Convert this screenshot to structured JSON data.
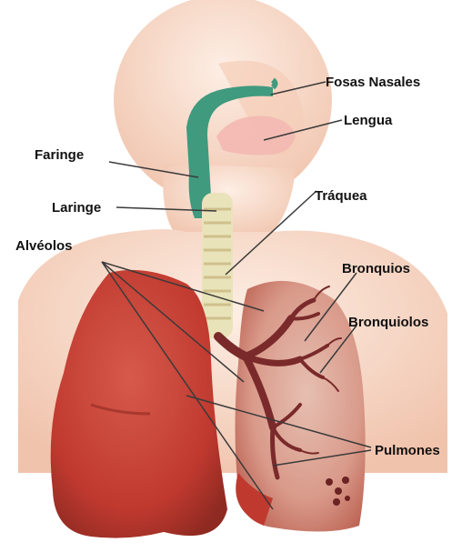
{
  "diagram": {
    "labels": {
      "fosas_nasales": "Fosas Nasales",
      "lengua": "Lengua",
      "faringe": "Faringe",
      "traquea": "Tráquea",
      "laringe": "Laringe",
      "alveolos": "Alvéolos",
      "bronquios": "Bronquios",
      "bronquiolos": "Bronquiolos",
      "pulmones": "Pulmones"
    }
  },
  "colors": {
    "skin": "#f2c9b4",
    "skin_light": "#fbe4d6",
    "nasal_cavity": "#3f9a7e",
    "lung": "#c5433a",
    "lung_dark": "#8e2a24",
    "lung_inner": "#d9a89a",
    "bronchi": "#7a2a2a",
    "trachea": "#e7dfb3",
    "leader_line": "#3a3a3a"
  }
}
